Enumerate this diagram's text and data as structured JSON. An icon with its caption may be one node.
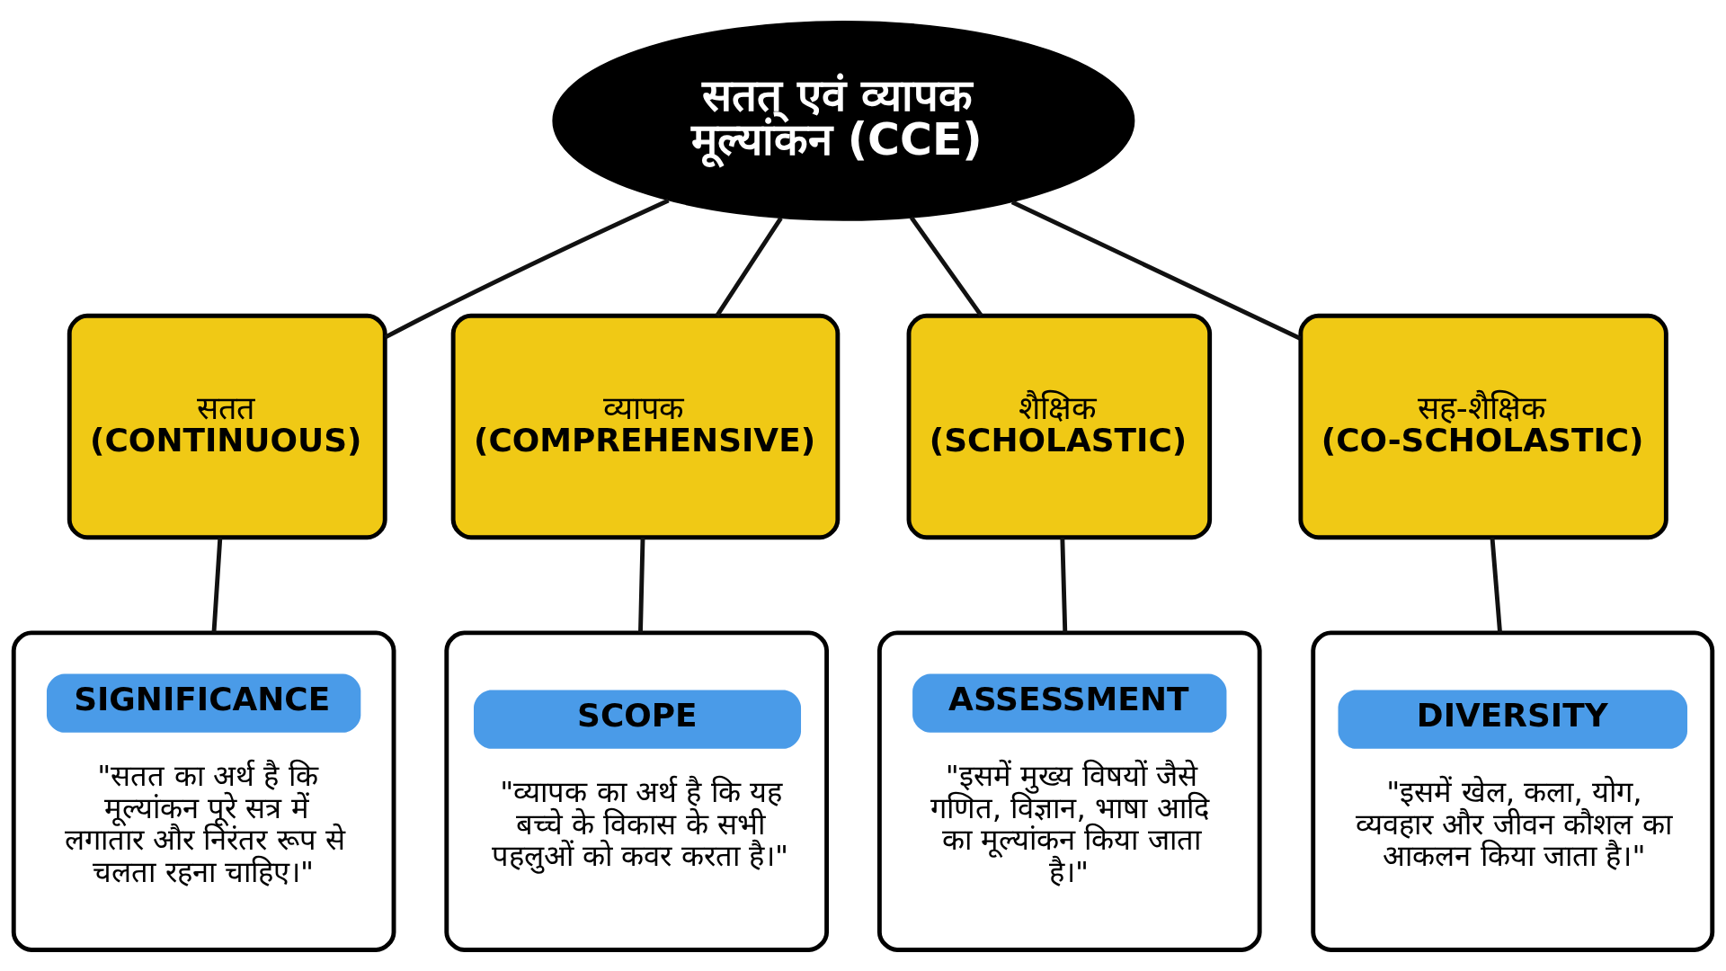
{
  "diagram": {
    "nodes": [
      {
        "text": [
          "सतत् एवं व्यापक मूल्यांकन (CCE)"
        ]
      },
      {
        "text": [
          "सतत",
          "(CONTINUOUS)"
        ]
      },
      {
        "text": [
          "व्यापक",
          "(COMPREHENSIVE)"
        ]
      },
      {
        "text": [
          "शैक्षिक",
          "(SCHOLASTIC)"
        ]
      },
      {
        "text": [
          "सह-शैक्षिक",
          "(CO-SCHOLASTIC)"
        ]
      },
      {
        "text": [
          "SIGNIFICANCE",
          "\"सतत का अर्थ है कि मूल्यांकन पूरे सत्र में लगातार और निरंतर रूप से चलता रहना चाहिए।\""
        ]
      },
      {
        "text": [
          "SCOPE",
          "\"व्यापक का अर्थ है कि यह बच्चे के विकास के सभी पहलुओं को कवर करता है।\""
        ]
      },
      {
        "text": [
          "ASSESSMENT",
          "\"इसमें मुख्य विषयों जैसे गणित, विज्ञान, भाषा आदि का मूल्यांकन किया जाता है।\""
        ]
      },
      {
        "text": [
          "DIVERSITY",
          "\"इसमें खेल, कला, योग, व्यवहार और जीवन कौशल का आकलन किया जाता है।\""
        ]
      }
    ],
    "edges": [
      {
        "from": 0,
        "to": 1,
        "arrow": "none"
      },
      {
        "from": 0,
        "to": 2,
        "arrow": "none"
      },
      {
        "from": 0,
        "to": 3,
        "arrow": "none"
      },
      {
        "from": 0,
        "to": 4,
        "arrow": "none"
      },
      {
        "from": 1,
        "to": 5,
        "arrow": "none"
      },
      {
        "from": 2,
        "to": 6,
        "arrow": "none"
      },
      {
        "from": 3,
        "to": 7,
        "arrow": "none"
      },
      {
        "from": 4,
        "to": 8,
        "arrow": "none"
      }
    ]
  }
}
